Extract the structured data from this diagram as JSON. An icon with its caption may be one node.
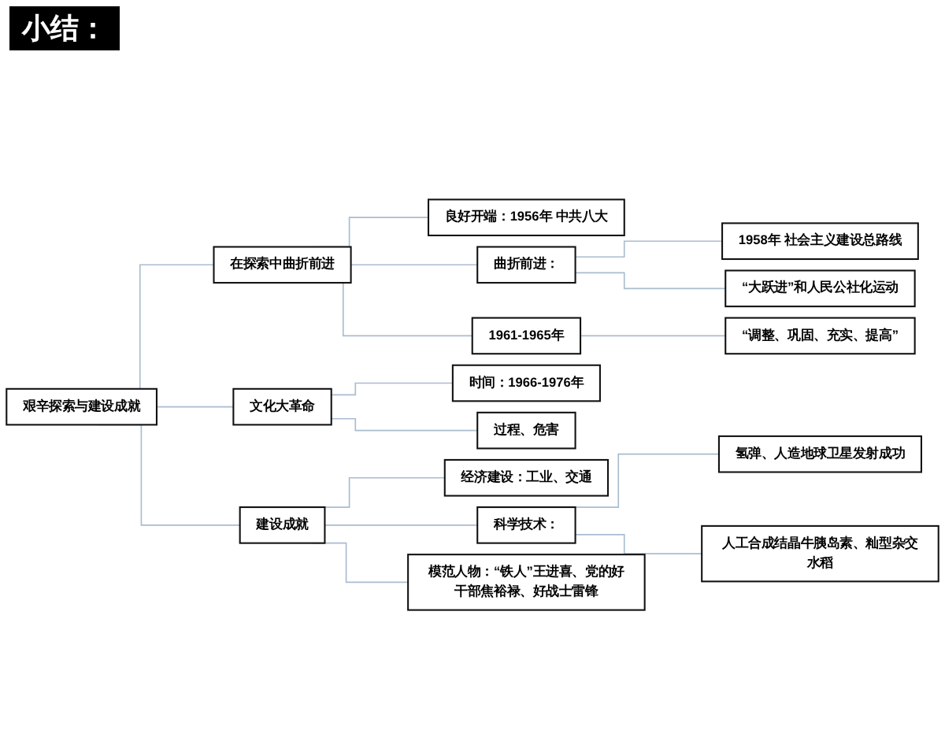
{
  "diagram": {
    "title": "小结：",
    "nodes": [
      {
        "text": [
          "艰辛探索与建设成就"
        ]
      },
      {
        "text": [
          "在探索中曲折前进"
        ]
      },
      {
        "text": [
          "良好开端：1956年 中共八大"
        ]
      },
      {
        "text": [
          "曲折前进："
        ]
      },
      {
        "text": [
          "1958年 社会主义建设总路线"
        ]
      },
      {
        "text": [
          "“大跃进”和人民公社化运动"
        ]
      },
      {
        "text": [
          "1961-1965年"
        ]
      },
      {
        "text": [
          "“调整、巩固、充实、提高”"
        ]
      },
      {
        "text": [
          "文化大革命"
        ]
      },
      {
        "text": [
          "时间：1966-1976年"
        ]
      },
      {
        "text": [
          "过程、危害"
        ]
      },
      {
        "text": [
          "建设成就"
        ]
      },
      {
        "text": [
          "经济建设：工业、交通"
        ]
      },
      {
        "text": [
          "科学技术："
        ]
      },
      {
        "text": [
          "氢弹、人造地球卫星发射成功"
        ]
      },
      {
        "text": [
          "人工合成结晶牛胰岛素、籼型杂交水稻"
        ]
      },
      {
        "text": [
          "模范人物：“铁人”王进喜、党的好干部焦裕禄、好战士雷锋"
        ]
      }
    ],
    "edges": [
      {
        "from": 0,
        "to": 1,
        "arrow": "none"
      },
      {
        "from": 0,
        "to": 8,
        "arrow": "none"
      },
      {
        "from": 0,
        "to": 11,
        "arrow": "none"
      },
      {
        "from": 1,
        "to": 2,
        "arrow": "none"
      },
      {
        "from": 1,
        "to": 3,
        "arrow": "none"
      },
      {
        "from": 1,
        "to": 6,
        "arrow": "none"
      },
      {
        "from": 3,
        "to": 4,
        "arrow": "none"
      },
      {
        "from": 3,
        "to": 5,
        "arrow": "none"
      },
      {
        "from": 6,
        "to": 7,
        "arrow": "none"
      },
      {
        "from": 8,
        "to": 9,
        "arrow": "none"
      },
      {
        "from": 8,
        "to": 10,
        "arrow": "none"
      },
      {
        "from": 11,
        "to": 12,
        "arrow": "none"
      },
      {
        "from": 11,
        "to": 13,
        "arrow": "none"
      },
      {
        "from": 11,
        "to": 16,
        "arrow": "none"
      },
      {
        "from": 13,
        "to": 14,
        "arrow": "none"
      },
      {
        "from": 13,
        "to": 15,
        "arrow": "none"
      }
    ]
  }
}
